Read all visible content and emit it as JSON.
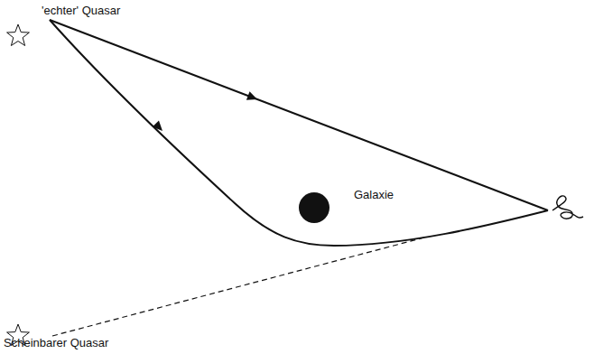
{
  "diagram": {
    "labels": [
      "'echter' Quasar",
      "Galaxie",
      "Scheinbarer Quasar"
    ]
  }
}
